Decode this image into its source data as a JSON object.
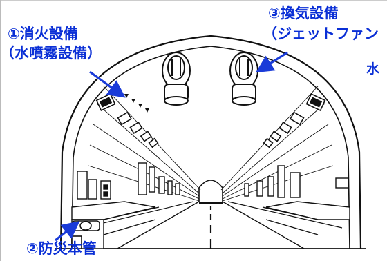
{
  "labels": {
    "fire": "①消火設備",
    "fire_sub": "（水噴霧設備）",
    "ventilation": "③換気設備",
    "ventilation_sub": "（ジェットファン",
    "pipe": "②防災本管",
    "cut_text": "水"
  },
  "colors": {
    "label": "#0a2fd6",
    "arrow": "#1a3bd8",
    "line": "#111111"
  }
}
